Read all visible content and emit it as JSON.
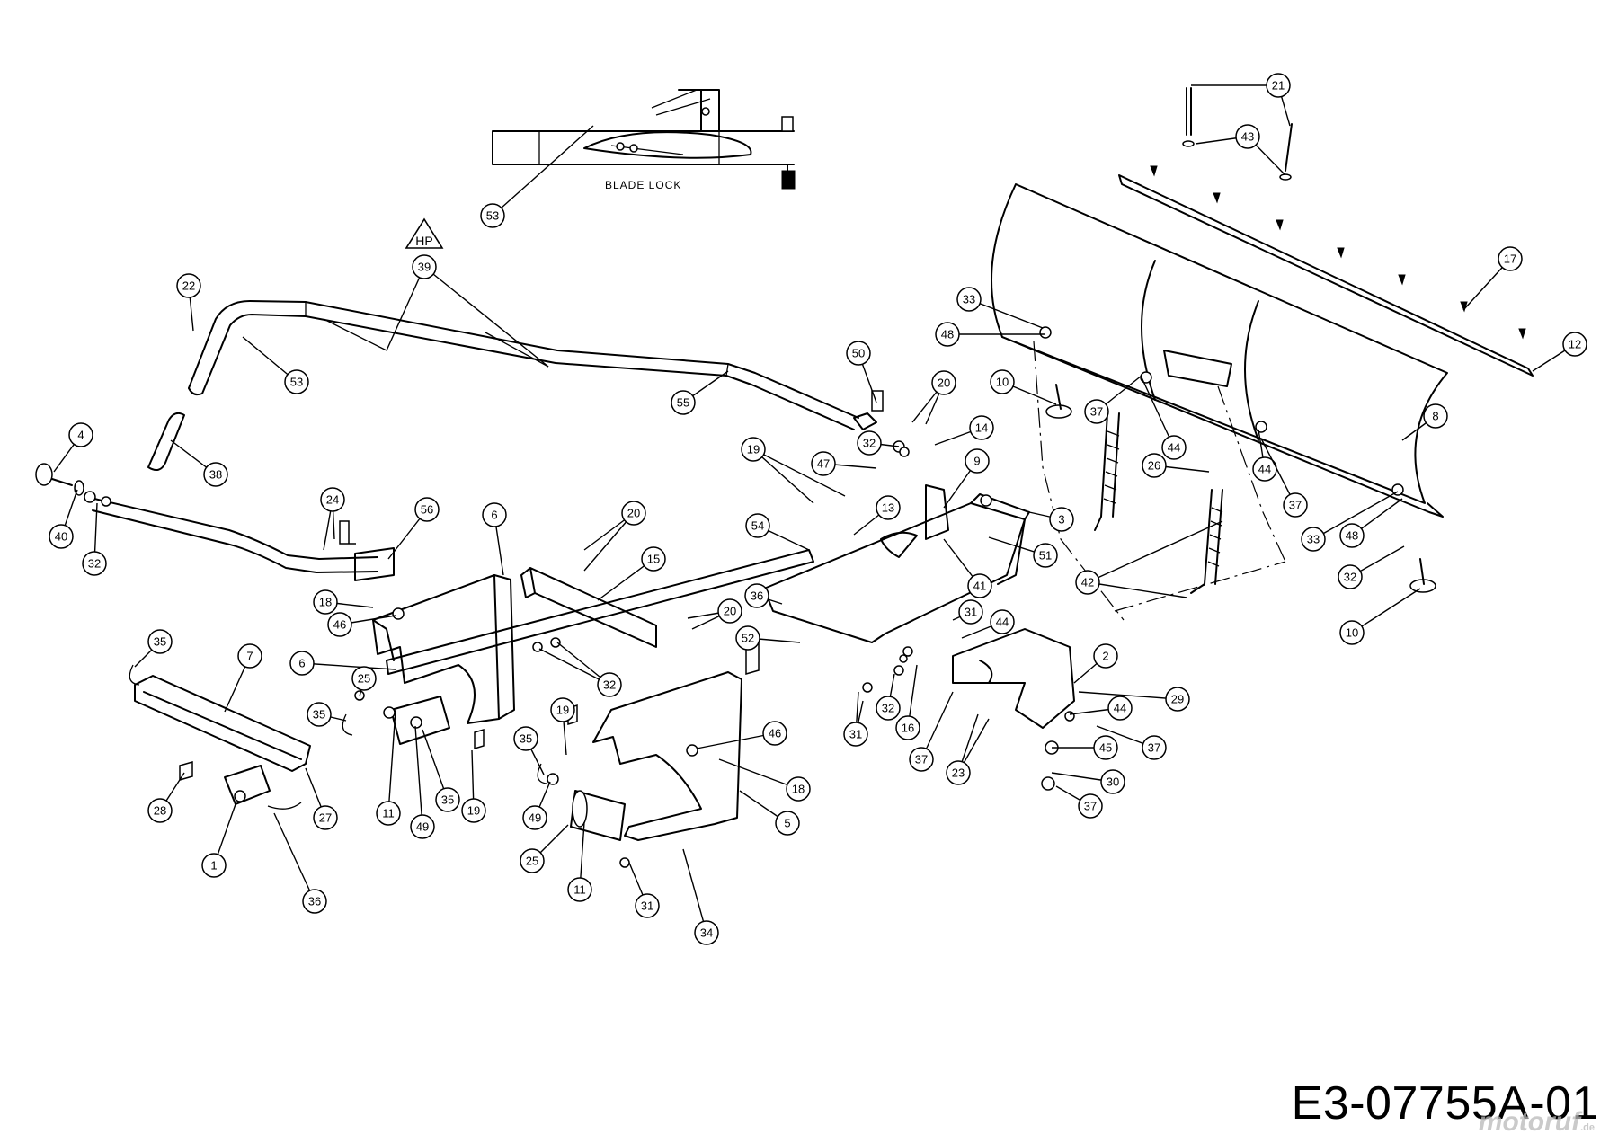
{
  "inset": {
    "caption": "BLADE LOCK"
  },
  "hazard_symbol": {
    "label": "HP"
  },
  "document": {
    "code": "E3-07755A-01"
  },
  "watermark": {
    "brand": "motoruf",
    "suffix": ".de"
  },
  "callouts": [
    {
      "id": "53a",
      "label": "53"
    },
    {
      "id": "53b",
      "label": "53"
    },
    {
      "id": "22",
      "label": "22"
    },
    {
      "id": "39",
      "label": "39"
    },
    {
      "id": "55",
      "label": "55"
    },
    {
      "id": "38",
      "label": "38"
    },
    {
      "id": "4",
      "label": "4"
    },
    {
      "id": "40",
      "label": "40"
    },
    {
      "id": "32a",
      "label": "32"
    },
    {
      "id": "24",
      "label": "24"
    },
    {
      "id": "56",
      "label": "56"
    },
    {
      "id": "18a",
      "label": "18"
    },
    {
      "id": "46a",
      "label": "46"
    },
    {
      "id": "6a",
      "label": "6"
    },
    {
      "id": "6b",
      "label": "6"
    },
    {
      "id": "20a",
      "label": "20"
    },
    {
      "id": "15",
      "label": "15"
    },
    {
      "id": "20b",
      "label": "20"
    },
    {
      "id": "32b",
      "label": "32"
    },
    {
      "id": "35a",
      "label": "35"
    },
    {
      "id": "7",
      "label": "7"
    },
    {
      "id": "25a",
      "label": "25"
    },
    {
      "id": "35b",
      "label": "35"
    },
    {
      "id": "28",
      "label": "28"
    },
    {
      "id": "27",
      "label": "27"
    },
    {
      "id": "1",
      "label": "1"
    },
    {
      "id": "36a",
      "label": "36"
    },
    {
      "id": "11a",
      "label": "11"
    },
    {
      "id": "49a",
      "label": "49"
    },
    {
      "id": "35c",
      "label": "35"
    },
    {
      "id": "19a",
      "label": "19"
    },
    {
      "id": "19b",
      "label": "19"
    },
    {
      "id": "35d",
      "label": "35"
    },
    {
      "id": "49b",
      "label": "49"
    },
    {
      "id": "25b",
      "label": "25"
    },
    {
      "id": "11b",
      "label": "11"
    },
    {
      "id": "31a",
      "label": "31"
    },
    {
      "id": "34",
      "label": "34"
    },
    {
      "id": "46b",
      "label": "46"
    },
    {
      "id": "18b",
      "label": "18"
    },
    {
      "id": "5",
      "label": "5"
    },
    {
      "id": "50",
      "label": "50"
    },
    {
      "id": "20c",
      "label": "20"
    },
    {
      "id": "32c",
      "label": "32"
    },
    {
      "id": "47",
      "label": "47"
    },
    {
      "id": "19c",
      "label": "19"
    },
    {
      "id": "14",
      "label": "14"
    },
    {
      "id": "9",
      "label": "9"
    },
    {
      "id": "13",
      "label": "13"
    },
    {
      "id": "54",
      "label": "54"
    },
    {
      "id": "3",
      "label": "3"
    },
    {
      "id": "51",
      "label": "51"
    },
    {
      "id": "36b",
      "label": "36"
    },
    {
      "id": "41",
      "label": "41"
    },
    {
      "id": "52",
      "label": "52"
    },
    {
      "id": "31b",
      "label": "31"
    },
    {
      "id": "44a",
      "label": "44"
    },
    {
      "id": "2",
      "label": "2"
    },
    {
      "id": "32d",
      "label": "32"
    },
    {
      "id": "31c",
      "label": "31"
    },
    {
      "id": "16",
      "label": "16"
    },
    {
      "id": "37a",
      "label": "37"
    },
    {
      "id": "23",
      "label": "23"
    },
    {
      "id": "29",
      "label": "29"
    },
    {
      "id": "44b",
      "label": "44"
    },
    {
      "id": "45",
      "label": "45"
    },
    {
      "id": "37b",
      "label": "37"
    },
    {
      "id": "30",
      "label": "30"
    },
    {
      "id": "37c",
      "label": "37"
    },
    {
      "id": "21",
      "label": "21"
    },
    {
      "id": "43",
      "label": "43"
    },
    {
      "id": "17",
      "label": "17"
    },
    {
      "id": "12",
      "label": "12"
    },
    {
      "id": "33a",
      "label": "33"
    },
    {
      "id": "48a",
      "label": "48"
    },
    {
      "id": "10a",
      "label": "10"
    },
    {
      "id": "37d",
      "label": "37"
    },
    {
      "id": "44c",
      "label": "44"
    },
    {
      "id": "26",
      "label": "26"
    },
    {
      "id": "44d",
      "label": "44"
    },
    {
      "id": "37e",
      "label": "37"
    },
    {
      "id": "8",
      "label": "8"
    },
    {
      "id": "33b",
      "label": "33"
    },
    {
      "id": "48b",
      "label": "48"
    },
    {
      "id": "32e",
      "label": "32"
    },
    {
      "id": "42",
      "label": "42"
    },
    {
      "id": "10b",
      "label": "10"
    }
  ]
}
